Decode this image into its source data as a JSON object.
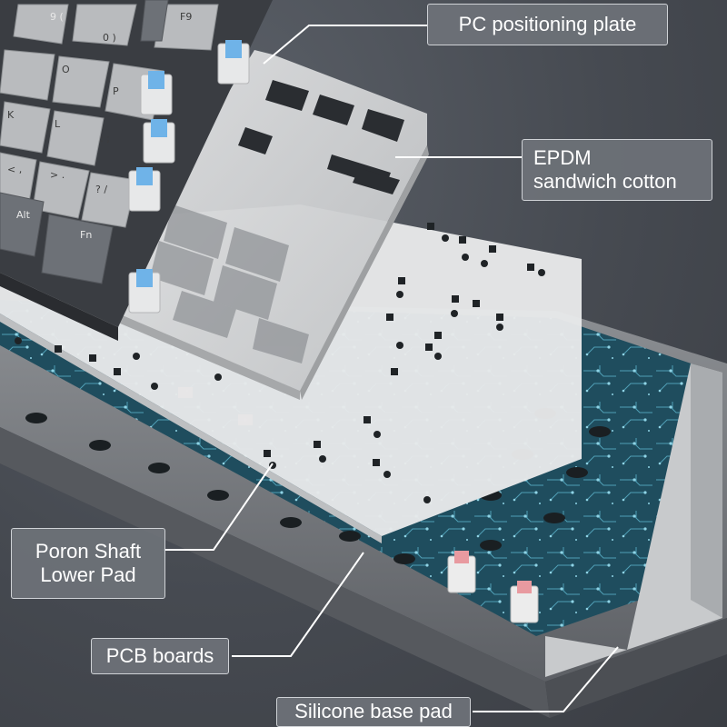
{
  "callouts": {
    "pc_plate": "PC positioning plate",
    "epdm": "EPDM\nsandwich cotton",
    "poron": "Poron Shaft\nLower Pad",
    "pcb": "PCB boards",
    "silicone": "Silicone base pad"
  },
  "keycaps": {
    "f9": "F9",
    "alt": "Alt",
    "fn": "Fn",
    "k9": "9 (",
    "k0": "0 )",
    "kO": "O",
    "kP": "P",
    "kL": "L",
    "kK": "K",
    "kSemi": ":  ;",
    "kSlash": "?  /",
    "kComma": "<  ,",
    "kPeriod": ">  ."
  },
  "colors": {
    "background": "#4a4e55",
    "pcb": "#1f4d5e",
    "pcb_trace": "#5fb0c8",
    "plate": "#cfd1d3",
    "foam": "#e6e7e8",
    "silicone": "#c4c6c8",
    "switch_blue": "#6fb3e8",
    "switch_pink": "#e89aa0",
    "keycap_light": "#b7b9bc",
    "keycap_dark": "#6e7278",
    "callout_bg": "#6e7278",
    "callout_text": "#ffffff"
  }
}
